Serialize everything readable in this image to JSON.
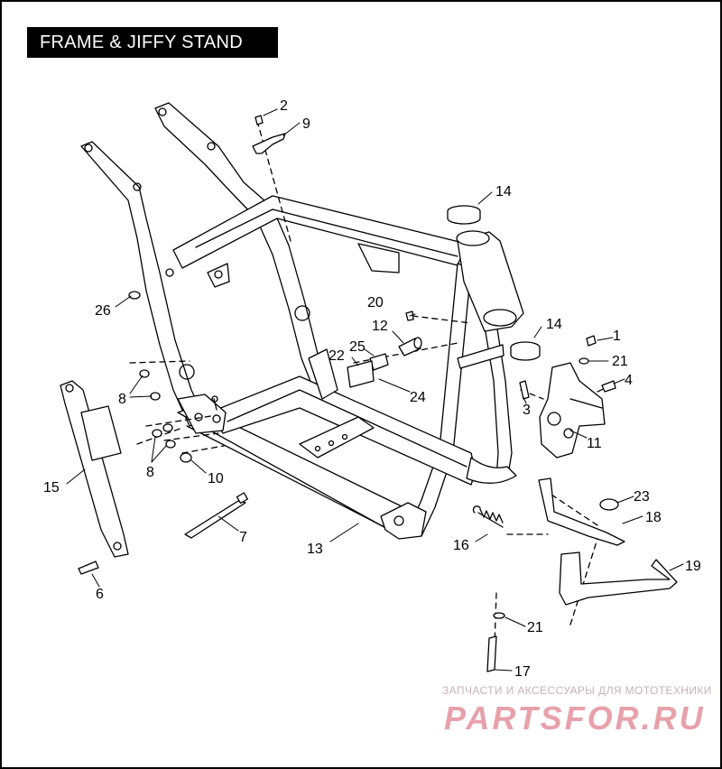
{
  "title": "FRAME & JIFFY STAND",
  "callouts": [
    {
      "id": "c2",
      "text": "2"
    },
    {
      "id": "c9",
      "text": "9"
    },
    {
      "id": "c14a",
      "text": "14"
    },
    {
      "id": "c26",
      "text": "26"
    },
    {
      "id": "c20",
      "text": "20"
    },
    {
      "id": "c14b",
      "text": "14"
    },
    {
      "id": "c12",
      "text": "12"
    },
    {
      "id": "c1",
      "text": "1"
    },
    {
      "id": "c25",
      "text": "25"
    },
    {
      "id": "c22",
      "text": "22"
    },
    {
      "id": "c21a",
      "text": "21"
    },
    {
      "id": "c4",
      "text": "4"
    },
    {
      "id": "c8a",
      "text": "8"
    },
    {
      "id": "c24",
      "text": "24"
    },
    {
      "id": "c3",
      "text": "3"
    },
    {
      "id": "c11",
      "text": "11"
    },
    {
      "id": "c8b",
      "text": "8"
    },
    {
      "id": "c10",
      "text": "10"
    },
    {
      "id": "c15",
      "text": "15"
    },
    {
      "id": "c23",
      "text": "23"
    },
    {
      "id": "c18",
      "text": "18"
    },
    {
      "id": "c7",
      "text": "7"
    },
    {
      "id": "c13",
      "text": "13"
    },
    {
      "id": "c16",
      "text": "16"
    },
    {
      "id": "c19",
      "text": "19"
    },
    {
      "id": "c6",
      "text": "6"
    },
    {
      "id": "c21b",
      "text": "21"
    },
    {
      "id": "c17",
      "text": "17"
    }
  ],
  "watermark": {
    "tagline": "ЗАПЧАСТИ И АКСЕССУАРЫ ДЛЯ МОТОТЕХНИКИ",
    "brand": "PARTSFOR.RU"
  },
  "colors": {
    "line": "#000000",
    "title_bg": "#000000",
    "title_text": "#ffffff",
    "watermark": "#e8a1aa"
  }
}
